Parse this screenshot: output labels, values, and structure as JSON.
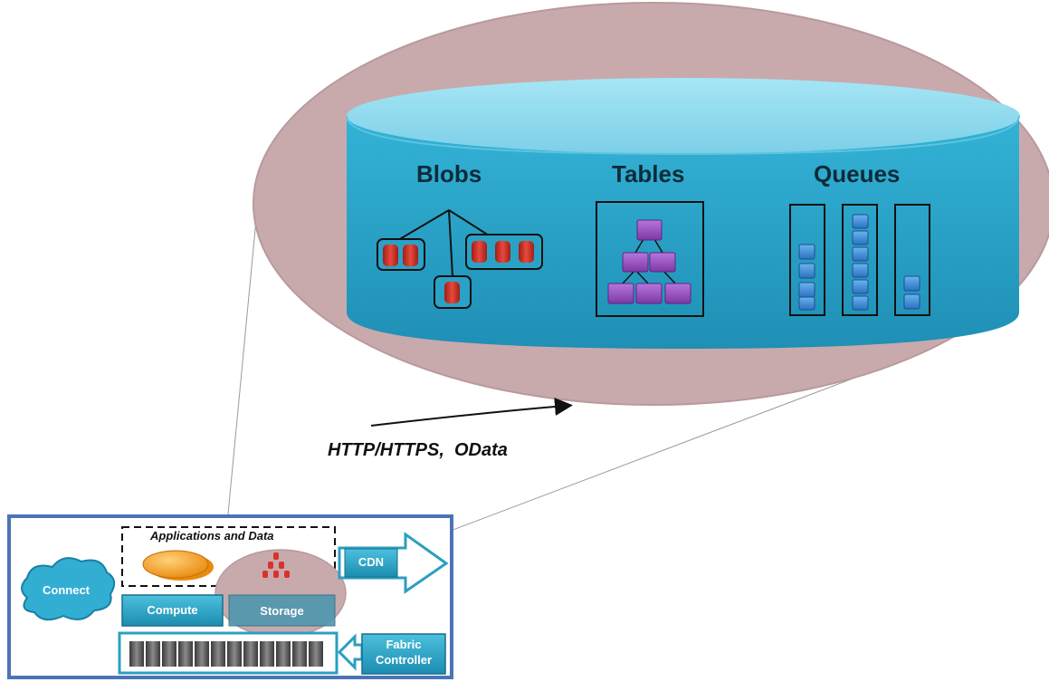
{
  "storage": {
    "sections": [
      {
        "title": "Blobs"
      },
      {
        "title": "Tables"
      },
      {
        "title": "Queues"
      }
    ]
  },
  "protocol_label": "HTTP/HTTPS,  OData",
  "platform": {
    "applications_label": "Applications and Data",
    "connect_label": "Connect",
    "cdn_label": "CDN",
    "compute_label": "Compute",
    "storage_label": "Storage",
    "fabric_label_line1": "Fabric",
    "fabric_label_line2": "Controller"
  },
  "colors": {
    "ellipse_fill": "#c9abae",
    "cylinder_body": "#2fa4c6",
    "cylinder_top": "#8fd9ee",
    "blob_red": "#d7332a",
    "table_purple": "#9a4fc0",
    "queue_blue": "#3a8fd6",
    "frame_blue": "#4a74b6",
    "teal": "#2b9fbf"
  }
}
